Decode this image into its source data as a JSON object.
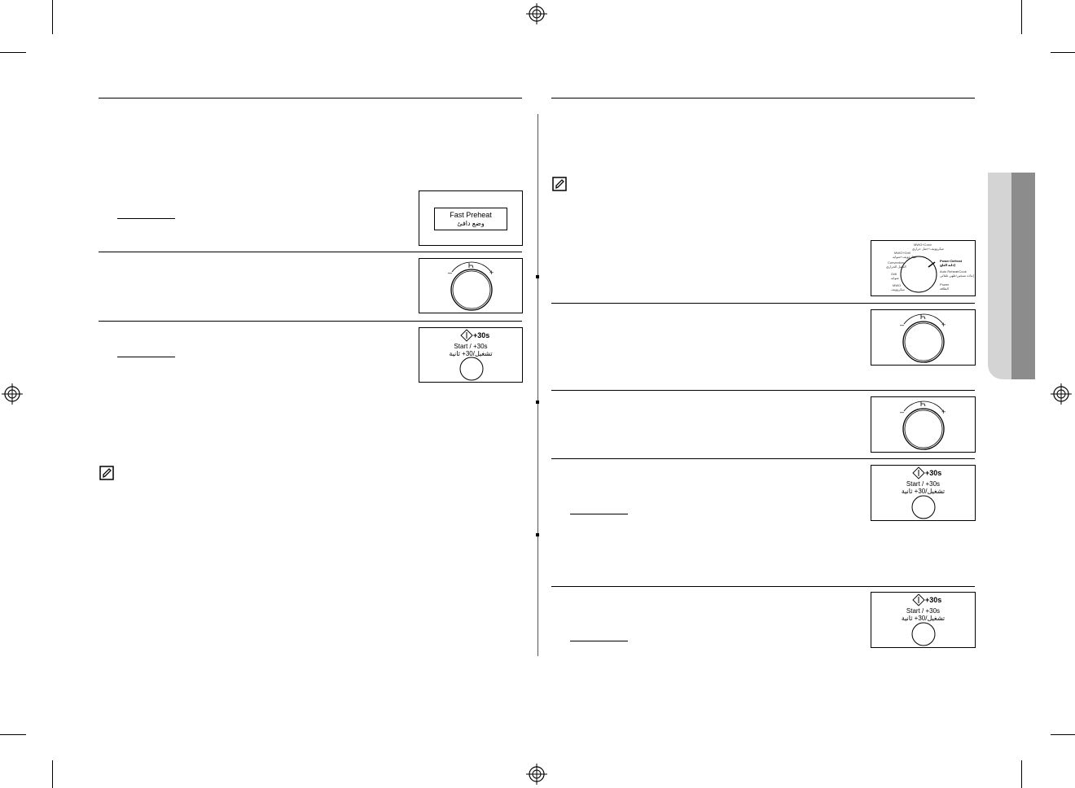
{
  "display_panel": {
    "line1": "Fast Preheat",
    "line2": "وضع دافئ"
  },
  "start_button": {
    "plus30": "+30s",
    "label_en": "Start / +30s",
    "label_ar": "تشغيل/30+ ثانية"
  },
  "mode_dial": {
    "labels": [
      "MWO+Conv",
      "ميكروويف+حمل حراري",
      "MWO+Grill",
      "ميكروويف+شواية",
      "Convection",
      "الحمل الحراري",
      "Grill",
      "شواية",
      "MWO",
      "ميكروويف",
      "Power Defrost",
      "إذابة الثلج",
      "Auto Reheat/Cook",
      "إعادة تسخين/طهي تلقائي",
      "Power",
      "الطاقة"
    ],
    "selected": "Power Defrost"
  },
  "rotary_knob": {
    "minus": "–",
    "plus": "+"
  },
  "colors": {
    "sidetab_light": "#d4d4d4",
    "sidetab_dark": "#8c8c8c"
  }
}
